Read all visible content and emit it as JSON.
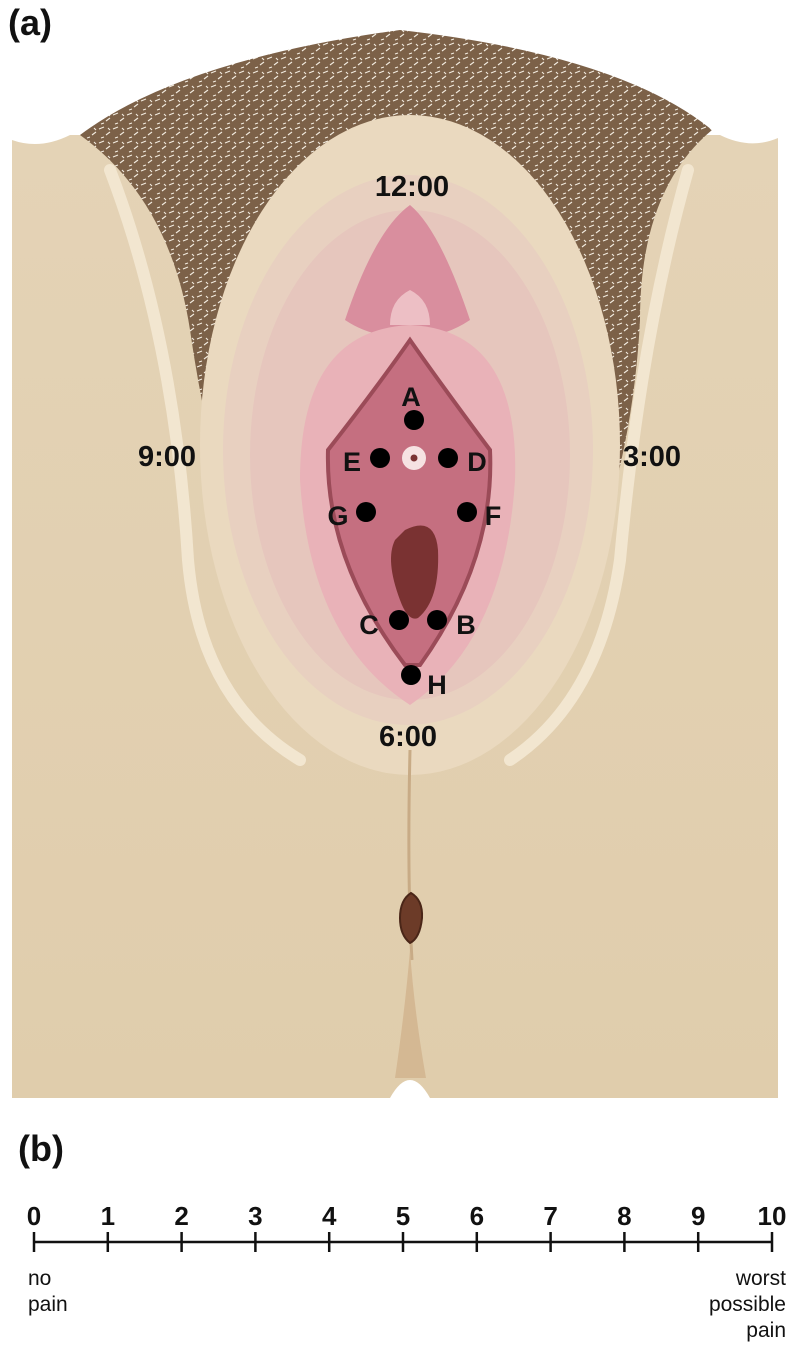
{
  "panel_a": {
    "label": "(a)",
    "clock_positions": [
      "12:00",
      "3:00",
      "6:00",
      "9:00"
    ],
    "points": [
      {
        "id": "A",
        "label": "A"
      },
      {
        "id": "B",
        "label": "B"
      },
      {
        "id": "C",
        "label": "C"
      },
      {
        "id": "D",
        "label": "D"
      },
      {
        "id": "E",
        "label": "E"
      },
      {
        "id": "F",
        "label": "F"
      },
      {
        "id": "G",
        "label": "G"
      },
      {
        "id": "H",
        "label": "H"
      }
    ]
  },
  "panel_b": {
    "label": "(b)",
    "scale": {
      "min": 0,
      "max": 10,
      "ticks": [
        "0",
        "1",
        "2",
        "3",
        "4",
        "5",
        "6",
        "7",
        "8",
        "9",
        "10"
      ],
      "left_anchor": [
        "no",
        "pain"
      ],
      "right_anchor": [
        "worst",
        "possible",
        "pain"
      ]
    }
  },
  "colors": {
    "skin": "#e2d1b2",
    "skin_light": "#f0e4cb",
    "hair": "#7a5f44",
    "labia_outer": "#ead3c2",
    "labia_inner": "#e7b4b6",
    "mucosa": "#c9707f",
    "introitus": "#7a3232",
    "marker": "#000000"
  }
}
